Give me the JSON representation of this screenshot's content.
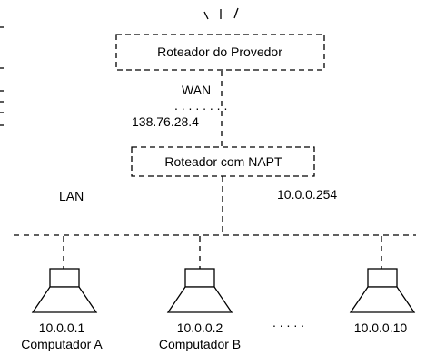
{
  "provider_router": {
    "label": "Roteador do Provedor"
  },
  "napt_router": {
    "label": "Roteador com NAPT"
  },
  "wan": {
    "label": "WAN",
    "dots": ". . . . . . . .",
    "ip": "138.76.28.4"
  },
  "lan": {
    "label": "LAN",
    "gateway_ip": "10.0.0.254"
  },
  "computers": [
    {
      "ip": "10.0.0.1",
      "name": "Computador A"
    },
    {
      "ip": "10.0.0.2",
      "name": "Computador B"
    },
    {
      "ip": "10.0.0.10",
      "name": ""
    }
  ],
  "ellipsis": ". . . . ."
}
